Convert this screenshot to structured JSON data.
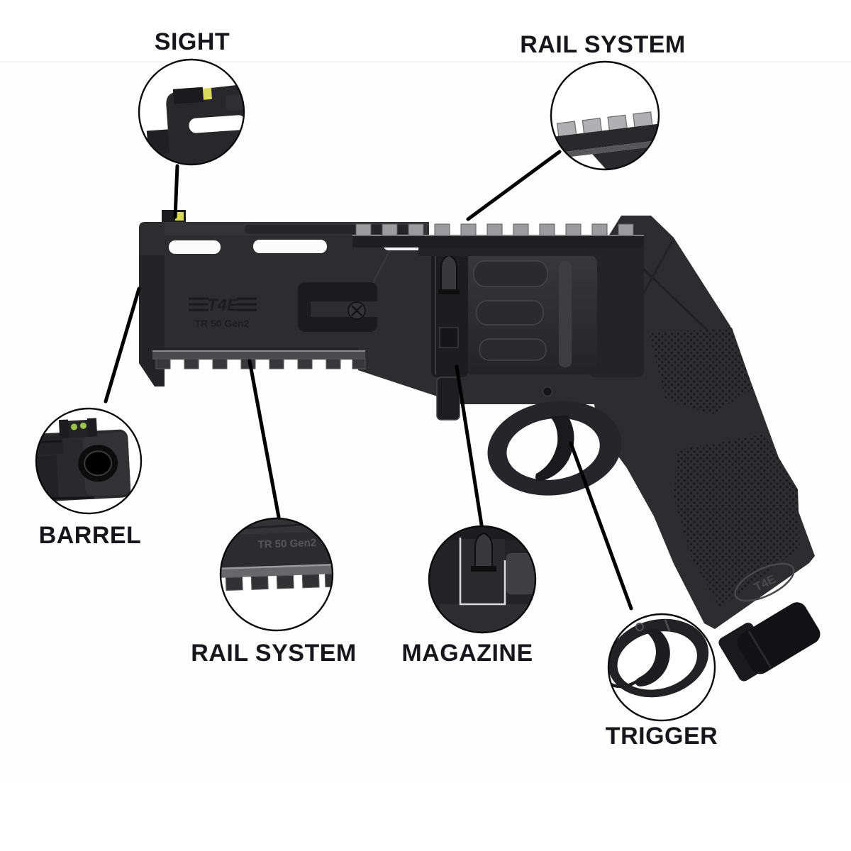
{
  "diagram": {
    "labels": {
      "sight": "SIGHT",
      "rail_system_top": "RAIL SYSTEM",
      "barrel": "BARREL",
      "rail_system_bottom": "RAIL SYSTEM",
      "magazine": "MAGAZINE",
      "trigger": "TRIGGER"
    },
    "markings": {
      "logo": "T4E",
      "model": "TR 50 Gen2",
      "grip_logo": "T4E"
    },
    "colors": {
      "background": "#ffffff",
      "callout_line": "#000000",
      "label_text": "#17171b",
      "gun_body": "#2c2c2f",
      "gun_dark": "#1c1c1e",
      "rail_teeth": "#aeaeb0",
      "front_sight_fiber": "#d8d85e",
      "muzzle_sight_fiber": "#9dc24b"
    }
  }
}
